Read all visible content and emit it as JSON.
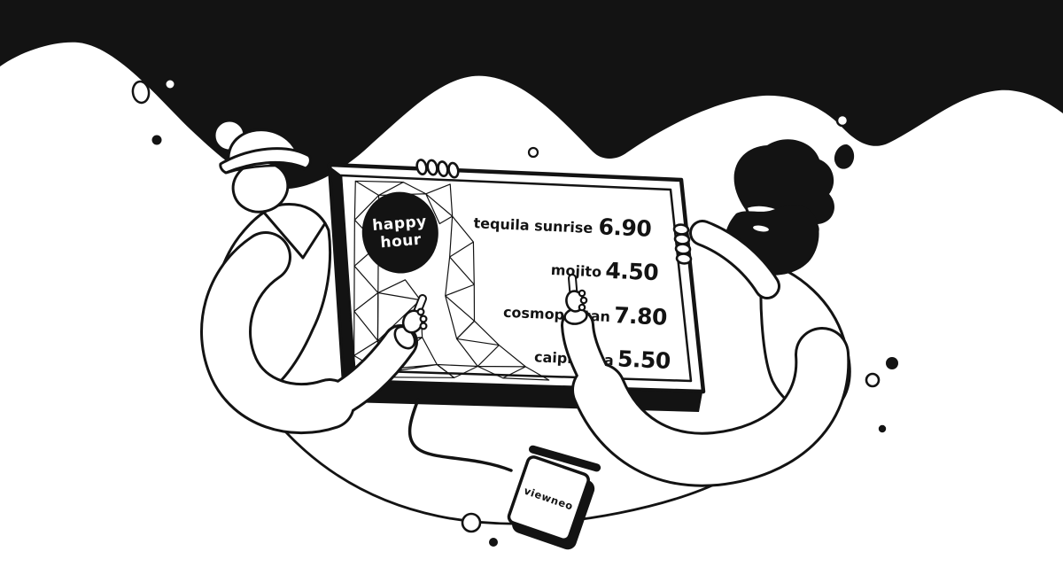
{
  "scene": {
    "badge": {
      "line1": "happy",
      "line2": "hour"
    },
    "menu": {
      "items": [
        {
          "name": "tequila sunrise",
          "price": "6.90"
        },
        {
          "name": "mojito",
          "price": "4.50"
        },
        {
          "name": "cosmopolitan",
          "price": "7.80"
        },
        {
          "name": "caipirinha",
          "price": "5.50"
        }
      ]
    },
    "device": {
      "label": "viewneo"
    },
    "colors": {
      "ink": "#131313",
      "paper": "#ffffff"
    }
  }
}
